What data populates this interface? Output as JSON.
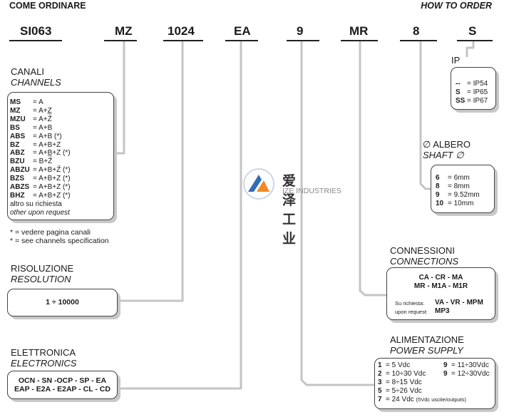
{
  "header": {
    "left_title": "COME ORDINARE",
    "right_title": "HOW TO ORDER"
  },
  "code": {
    "segments": [
      "SI063",
      "MZ",
      "1024",
      "EA",
      "9",
      "MR",
      "8",
      "S"
    ]
  },
  "channels": {
    "title_it": "CANALI",
    "title_en": "CHANNELS",
    "rows": [
      {
        "code": "MS",
        "value": "= A"
      },
      {
        "code": "MZ",
        "value": "= A+Z̲"
      },
      {
        "code": "MZU",
        "value": "= A+Z̄"
      },
      {
        "code": "BS",
        "value": "= A+B"
      },
      {
        "code": "ABS",
        "value": "= A+B (*)"
      },
      {
        "code": "BZ",
        "value": "= A+B+Z"
      },
      {
        "code": "ABZ",
        "value": "= A+B̲+Z (*)"
      },
      {
        "code": "BZU",
        "value": "= B+Z̄"
      },
      {
        "code": "ABZU",
        "value": "= A+B+Z̄ (*)"
      },
      {
        "code": "BZS",
        "value": "= A+B+Z (*)"
      },
      {
        "code": "ABZS",
        "value": "= A+B+Z (*)"
      },
      {
        "code": "BHZ",
        "value": "= A+B+Z (*)"
      }
    ],
    "footer_it": "altro su richiesta",
    "footer_en": "other upon request",
    "note1": "* = vedere pagina canali",
    "note2": "* = see channels specification"
  },
  "resolution": {
    "title_it": "RISOLUZIONE",
    "title_en": "RESOLUTION",
    "value": "1 ÷ 10000"
  },
  "electronics": {
    "title_it": "ELETTRONICA",
    "title_en": "ELECTRONICS",
    "line1": "OCN - SN -OCP - SP - EA",
    "line2": "EAP - E2A - E2AP - CL - CD"
  },
  "ip": {
    "title": "IP",
    "rows": [
      {
        "code": "--",
        "value": "= IP54"
      },
      {
        "code": "S",
        "value": "= IP65"
      },
      {
        "code": "SS",
        "value": "= IP67"
      }
    ]
  },
  "shaft": {
    "title_it": "∅ ALBERO",
    "title_en": "SHAFT ∅",
    "rows": [
      {
        "code": "6",
        "value": "= 6mm"
      },
      {
        "code": "8",
        "value": "= 8mm"
      },
      {
        "code": "9",
        "value": "= 9.52mm"
      },
      {
        "code": "10",
        "value": "= 10mm"
      }
    ]
  },
  "connections": {
    "title_it": "CONNESSIONI",
    "title_en": "CONNECTIONS",
    "line1": "CA - CR - MA",
    "line2": "MR - M1A - M1R",
    "request_label_it": "Su richiesta:",
    "request_label_en": "upon request:",
    "request_line1": "VA - VR - MPM",
    "request_line2": "MP3"
  },
  "power": {
    "title_it": "ALIMENTAZIONE",
    "title_en": "POWER SUPPLY",
    "left": [
      {
        "code": "1",
        "value": "=   5 Vdc"
      },
      {
        "code": "2",
        "value": "= 10÷30 Vdc"
      },
      {
        "code": "3",
        "value": "=   8÷15 Vdc"
      },
      {
        "code": "5",
        "value": "=   5÷26 Vdc"
      },
      {
        "code": "7",
        "value": "= 24 Vdc"
      }
    ],
    "left_note": "(5Vdc uscite/outputs)",
    "right": [
      {
        "code": "9",
        "value": "= 11÷30Vdc"
      },
      {
        "code": "9",
        "value": "= 12÷30Vdc"
      }
    ]
  },
  "watermark": {
    "text_cn": "爱泽工业",
    "text_en": "IZE INDUSTRIES",
    "colors": {
      "blue": "#2f6db5",
      "orange": "#f08a24"
    }
  }
}
